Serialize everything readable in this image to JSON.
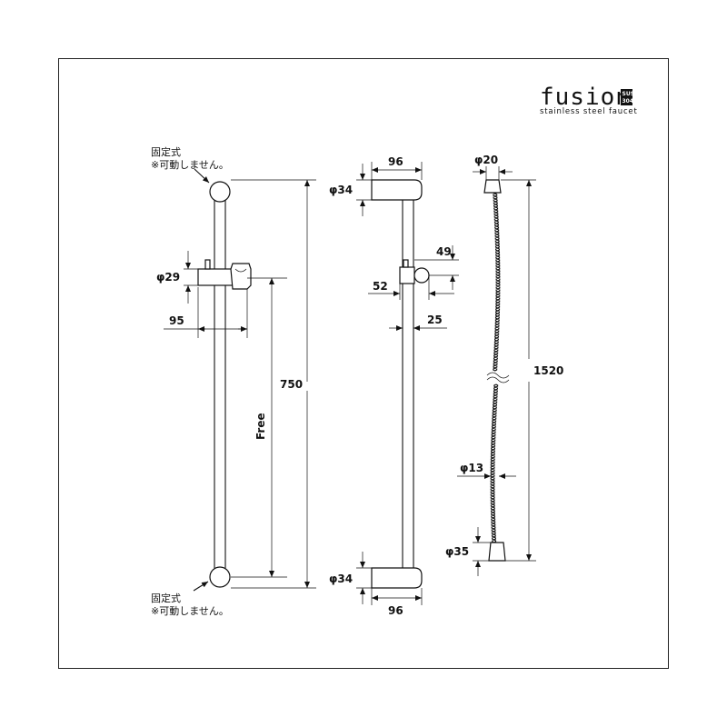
{
  "logo": {
    "brand": "fusion",
    "tagline": "stainless steel faucet",
    "badge_top": "SUS",
    "badge_bottom": "304"
  },
  "notes": {
    "fixed_top_line1": "固定式",
    "fixed_top_line2": "※可動しません。",
    "fixed_bottom_line1": "固定式",
    "fixed_bottom_line2": "※可動しません。"
  },
  "dimensions": {
    "front_holder_dia": "φ29",
    "front_holder_width": "95",
    "front_free": "Free",
    "front_total_height": "750",
    "side_top_width": "96",
    "side_top_dia": "φ34",
    "side_holder_height": "49",
    "side_holder_depth": "52",
    "side_bar_offset": "25",
    "side_bottom_dia": "φ34",
    "side_bottom_width": "96",
    "hose_top_dia": "φ20",
    "hose_length": "1520",
    "hose_dia": "φ13",
    "hose_bottom_dia": "φ35"
  },
  "colors": {
    "line": "#111111",
    "background": "#ffffff"
  }
}
